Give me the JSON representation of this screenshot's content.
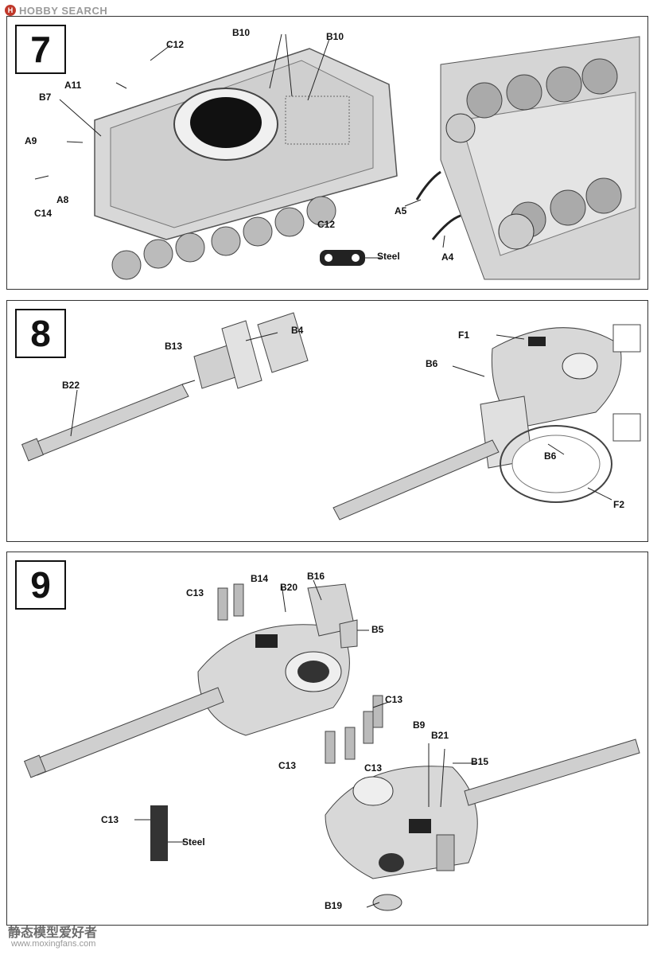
{
  "header": {
    "logo": "HOBBY SEARCH",
    "logo_mark": "H"
  },
  "steps": {
    "s7": {
      "number": "7",
      "labels": {
        "c12_top": "C12",
        "b10_left": "B10",
        "b10_right": "B10",
        "a11": "A11",
        "b7": "B7",
        "a9": "A9",
        "a8": "A8",
        "c14": "C14",
        "c12_detail": "C12",
        "steel": "Steel",
        "a5": "A5",
        "a4": "A4"
      }
    },
    "s8": {
      "number": "8",
      "labels": {
        "b4": "B4",
        "b13": "B13",
        "b22": "B22",
        "f1": "F1",
        "b6_top": "B6",
        "b6_bottom": "B6",
        "f2": "F2"
      }
    },
    "s9": {
      "number": "9",
      "labels": {
        "b14": "B14",
        "b16": "B16",
        "c13_top": "C13",
        "b20": "B20",
        "b5": "B5",
        "c13_right": "C13",
        "b9": "B9",
        "b21": "B21",
        "b15": "B15",
        "c13_bottom_left": "C13",
        "c13_bottom_right": "C13",
        "c13_detail": "C13",
        "steel": "Steel",
        "b19": "B19"
      }
    }
  },
  "watermark": {
    "text": "静态模型爱好者",
    "url": "www.moxingfans.com"
  },
  "colors": {
    "part_fill": "#d8d8d8",
    "part_dark": "#8a8a8a",
    "line": "#222222"
  }
}
